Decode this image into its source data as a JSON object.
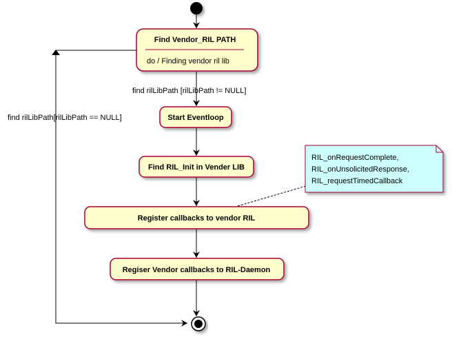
{
  "diagram": {
    "states": {
      "find_vendor": {
        "title": "Find Vendor_RIL PATH",
        "activity": "do / Finding vendor ril lib"
      },
      "start_eventloop": {
        "title": "Start Eventloop"
      },
      "find_ril_init": {
        "title": "Find RIL_Init in Vender LIB"
      },
      "register_callbacks": {
        "title": "Register callbacks to vendor RIL"
      },
      "register_daemon": {
        "title": "Regiser Vendor callbacks to RIL-Daemon"
      }
    },
    "transitions": {
      "found": "find rilLibPath [rilLibPath != NULL]",
      "not_found": "find rilLibPath[rilLibPath == NULL]"
    },
    "note": {
      "lines": [
        "RIL_onRequestComplete,",
        "RIL_onUnsolicitedResponse,",
        "RIL_requestTimedCallback"
      ]
    },
    "colors": {
      "state_fill": "#fefecd",
      "state_stroke": "#a80036",
      "note_fill": "#cdfefe",
      "line": "#000000",
      "shadow": "#c8c8c8"
    }
  }
}
